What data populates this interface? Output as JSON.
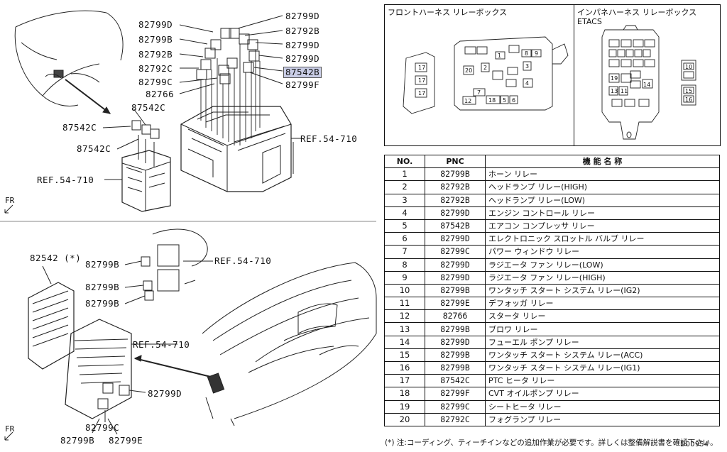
{
  "top_labels": {
    "p82799D_a": "82799D",
    "p82799B_a": "82799B",
    "p82792B_l": "82792B",
    "p82792C_l": "82792C",
    "p82799C_l": "82799C",
    "p82766": "82766",
    "p82799D_r1": "82799D",
    "p82792B_r": "82792B",
    "p82799D_r2": "82799D",
    "p82799D_r3": "82799D",
    "p87542B": "87542B",
    "p82799F": "82799F",
    "p87542C_top": "87542C",
    "p87542C_mid": "87542C",
    "p87542C_low": "87542C",
    "ref_left": "REF.54-710",
    "ref_right": "REF.54-710"
  },
  "bottom_labels": {
    "p82542": "82542 (*)",
    "p82799B_1": "82799B",
    "p82799B_2": "82799B",
    "p82799B_3": "82799B",
    "ref_a": "REF.54-710",
    "ref_b": "REF.54-710",
    "p82799D": "82799D",
    "p82799C": "82799C",
    "p82799B_4": "82799B",
    "p82799E": "82799E"
  },
  "fr_label": "FR",
  "front_box": {
    "title": "フロントハーネス リレーボックス",
    "nums": [
      "1",
      "2",
      "3",
      "4",
      "5",
      "6",
      "7",
      "8",
      "9",
      "12",
      "17",
      "17",
      "17",
      "18",
      "20"
    ]
  },
  "inst_box": {
    "title": "インパネハーネス リレーボックス",
    "subtitle": "ETACS",
    "nums": [
      "10",
      "11",
      "13",
      "14",
      "15",
      "16",
      "19"
    ]
  },
  "table": {
    "headers": [
      "NO.",
      "PNC",
      "機 能 名 称"
    ],
    "rows": [
      {
        "no": "1",
        "pnc": "82799B",
        "name": "ホーン リレー"
      },
      {
        "no": "2",
        "pnc": "82792B",
        "name": "ヘッドランプ リレー(HIGH)"
      },
      {
        "no": "3",
        "pnc": "82792B",
        "name": "ヘッドランプ リレー(LOW)"
      },
      {
        "no": "4",
        "pnc": "82799D",
        "name": "エンジン コントロール リレー"
      },
      {
        "no": "5",
        "pnc": "87542B",
        "name": "エアコン コンプレッサ リレー"
      },
      {
        "no": "6",
        "pnc": "82799D",
        "name": "エレクトロニック スロットル バルブ リレー"
      },
      {
        "no": "7",
        "pnc": "82799C",
        "name": "パワー ウィンドウ リレー"
      },
      {
        "no": "8",
        "pnc": "82799D",
        "name": "ラジエータ ファン リレー(LOW)"
      },
      {
        "no": "9",
        "pnc": "82799D",
        "name": "ラジエータ ファン リレー(HIGH)"
      },
      {
        "no": "10",
        "pnc": "82799B",
        "name": "ワンタッチ スタート システム リレー(IG2)"
      },
      {
        "no": "11",
        "pnc": "82799E",
        "name": "デフォッガ リレー"
      },
      {
        "no": "12",
        "pnc": "82766",
        "name": "スタータ リレー"
      },
      {
        "no": "13",
        "pnc": "82799B",
        "name": "ブロワ リレー"
      },
      {
        "no": "14",
        "pnc": "82799D",
        "name": "フューエル ポンプ リレー"
      },
      {
        "no": "15",
        "pnc": "82799B",
        "name": "ワンタッチ スタート システム リレー(ACC)"
      },
      {
        "no": "16",
        "pnc": "82799B",
        "name": "ワンタッチ スタート システム リレー(IG1)"
      },
      {
        "no": "17",
        "pnc": "87542C",
        "name": "PTC ヒータ リレー"
      },
      {
        "no": "18",
        "pnc": "82799F",
        "name": "CVT オイルポンプ リレー"
      },
      {
        "no": "19",
        "pnc": "82799C",
        "name": "シートヒータ リレー"
      },
      {
        "no": "20",
        "pnc": "82792C",
        "name": "フォグランプ リレー"
      }
    ]
  },
  "note": "(*) 注:コーディング、ティーチインなどの追加作業が必要です。詳しくは整備解説書を確認下さい。",
  "drawing_code": "D00954",
  "colors": {
    "highlight": "#c9cde6",
    "line": "#111111"
  }
}
